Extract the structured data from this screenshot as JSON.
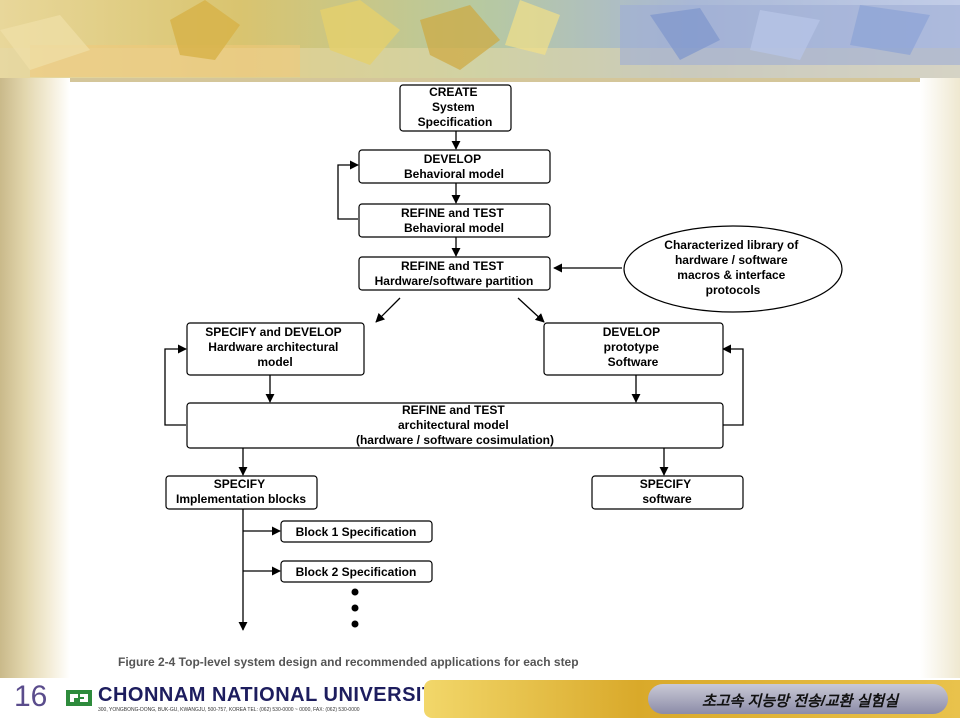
{
  "diagram": {
    "nodes": {
      "create": [
        "CREATE",
        "System",
        "Specification"
      ],
      "develop_behavioral": [
        "DEVELOP",
        "Behavioral model"
      ],
      "refine_behavioral": [
        "REFINE and TEST",
        "Behavioral model"
      ],
      "refine_partition": [
        "REFINE and TEST",
        "Hardware/software partition"
      ],
      "library": [
        "Characterized library of",
        "hardware / software",
        "macros & interface",
        "protocols"
      ],
      "specify_hw": [
        "SPECIFY and DEVELOP",
        "Hardware architectural",
        "model"
      ],
      "develop_sw": [
        "DEVELOP",
        "prototype",
        "Software"
      ],
      "refine_arch": [
        "REFINE and TEST",
        "architectural model",
        "(hardware / software cosimulation)"
      ],
      "specify_impl": [
        "SPECIFY",
        "Implementation blocks"
      ],
      "specify_sw": [
        "SPECIFY",
        "software"
      ],
      "block1": [
        "Block 1 Specification"
      ],
      "block2": [
        "Block 2 Specification"
      ]
    }
  },
  "caption": "Figure 2-4 Top-level system design and recommended applications for each step",
  "footer": {
    "page_number": "16",
    "university": "CHONNAM NATIONAL UNIVERSITY",
    "address": "300, YONGBONG-DONG, BUK-GU, KWANGJU, 500-757, KOREA   TEL: (062) 530-0000 ~ 0000, FAX: (062) 530-0000",
    "lab_name": "초고속 지능망 전송/교환 실험실"
  }
}
